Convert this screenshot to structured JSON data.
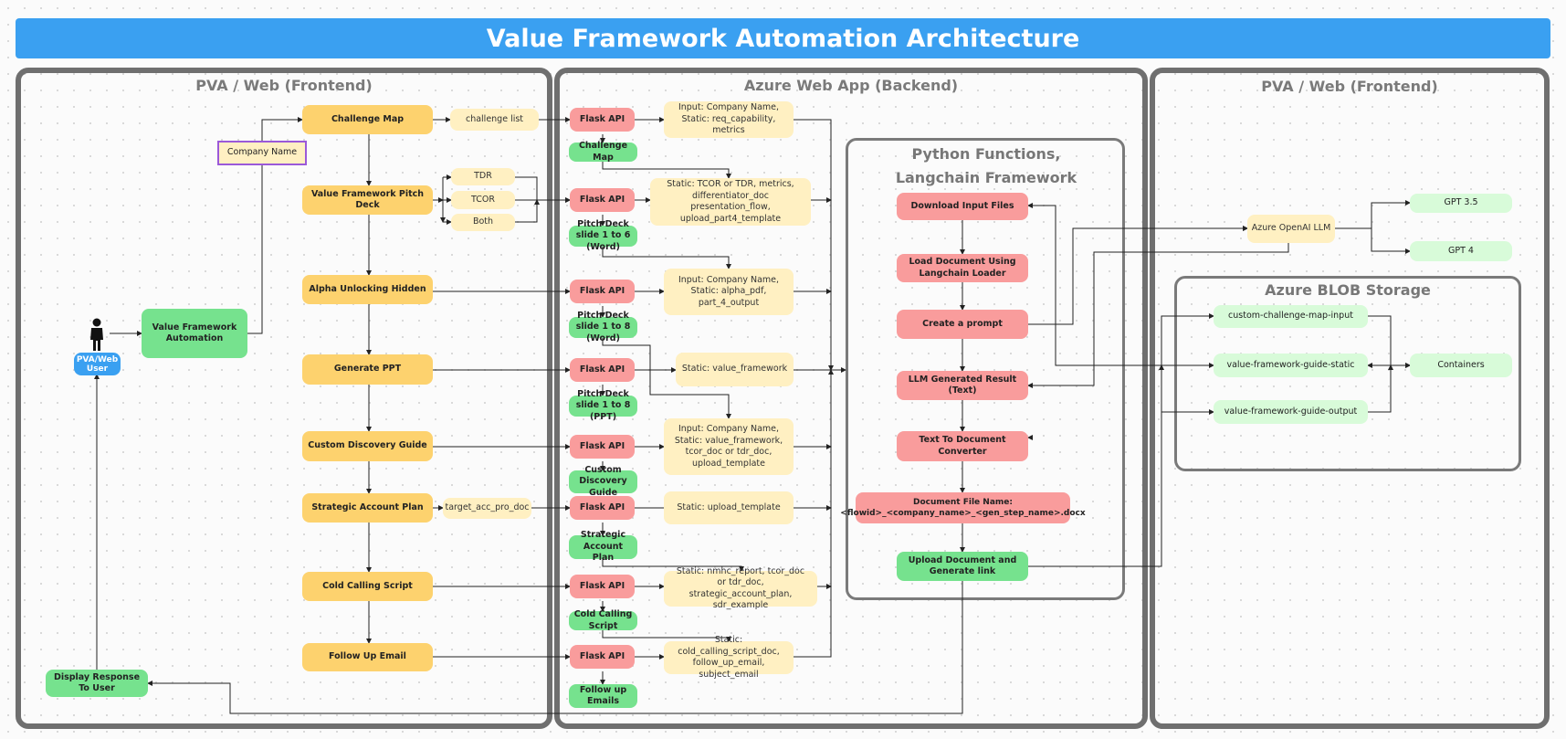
{
  "title": "Value Framework Automation Architecture",
  "panels": {
    "left": "PVA / Web (Frontend)",
    "middle": "Azure Web App (Backend)",
    "right": "PVA / Web (Frontend)",
    "python": "Python Functions, Langchain Framework",
    "blob": "Azure BLOB Storage"
  },
  "user": {
    "label": "PVA/Web User",
    "automation": "Value Framework Automation",
    "company_name": "Company Name",
    "display": "Display Response To User"
  },
  "steps": [
    "Challenge Map",
    "Value Framework Pitch Deck",
    "Alpha Unlocking Hidden",
    "Generate PPT",
    "Custom Discovery Guide",
    "Strategic Account Plan",
    "Cold Calling Script",
    "Follow Up Email"
  ],
  "step_side": {
    "challenge_list": "challenge list",
    "tdr": "TDR",
    "tcor": "TCOR",
    "both": "Both",
    "target": "target_acc_pro_doc"
  },
  "flask_label": "Flask API",
  "outputs": [
    "Challenge Map",
    "Pitch Deck slide 1 to 6 (Word)",
    "Pitch Deck slide 1 to 8 (Word)",
    "Pitch Deck slide 1 to 8 (PPT)",
    "Custom Discovery Guide",
    "Strategic Account Plan",
    "Cold Calling Script",
    "Follow up Emails"
  ],
  "inputs": [
    "Input: Company Name,\nStatic: req_capability, metrics",
    "Static: TCOR or TDR, metrics,\ndifferentiator_doc\npresentation_flow, upload_part4_template",
    "Input: Company Name,\nStatic: alpha_pdf,\npart_4_output",
    "Static: value_framework",
    "Input: Company Name,\nStatic: value_framework,\ntcor_doc or tdr_doc,\nupload_template",
    "Static: upload_template",
    "Static: nmhc_report, tcor_doc\nor tdr_doc, strategic_account_plan,\nsdr_example",
    "Static: cold_calling_script_doc,\nfollow_up_email, subject_email"
  ],
  "python": [
    "Download Input Files",
    "Load Document Using\nLangchain Loader",
    "Create a prompt",
    "LLM Generated Result (Text)",
    "Text To Document Converter",
    "Document File Name:\n<flowid>_<company_name>_<gen_step_name>.docx",
    "Upload Document and\nGenerate link"
  ],
  "llm": {
    "openai": "Azure OpenAI LLM",
    "gpt35": "GPT 3.5",
    "gpt4": "GPT 4"
  },
  "blob": {
    "c1": "custom-challenge-map-input",
    "c2": "value-framework-guide-static",
    "c3": "value-framework-guide-output",
    "containers": "Containers"
  },
  "colors": {
    "title": "#3aa0f1",
    "step": "#fdd26e",
    "input": "#fff0c2",
    "flask": "#f99c9c",
    "output": "#76e28e",
    "storage": "#d8fbd9"
  }
}
